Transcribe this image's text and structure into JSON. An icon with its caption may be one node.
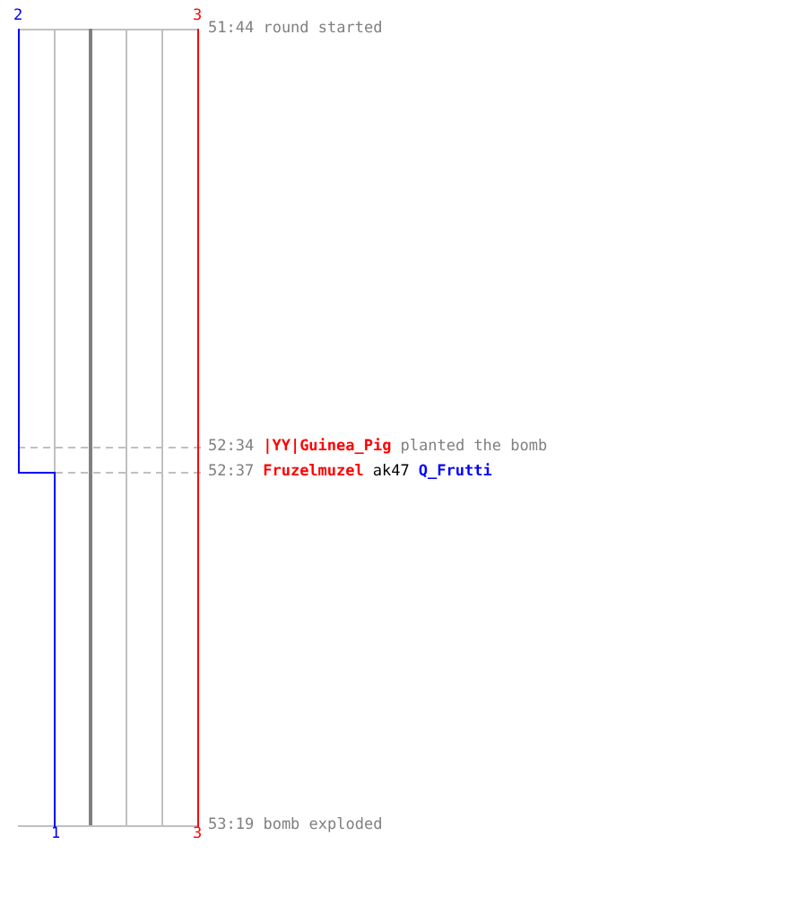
{
  "diagram": {
    "labels": [
      "2",
      "3",
      "51:44 round started",
      "52:34",
      "|YY|Guinea_Pig",
      "planted the bomb",
      "52:37",
      "Fruzelmuzel",
      "ak47",
      "Q_Frutti",
      "1",
      "3",
      "53:19 bomb exploded"
    ]
  }
}
